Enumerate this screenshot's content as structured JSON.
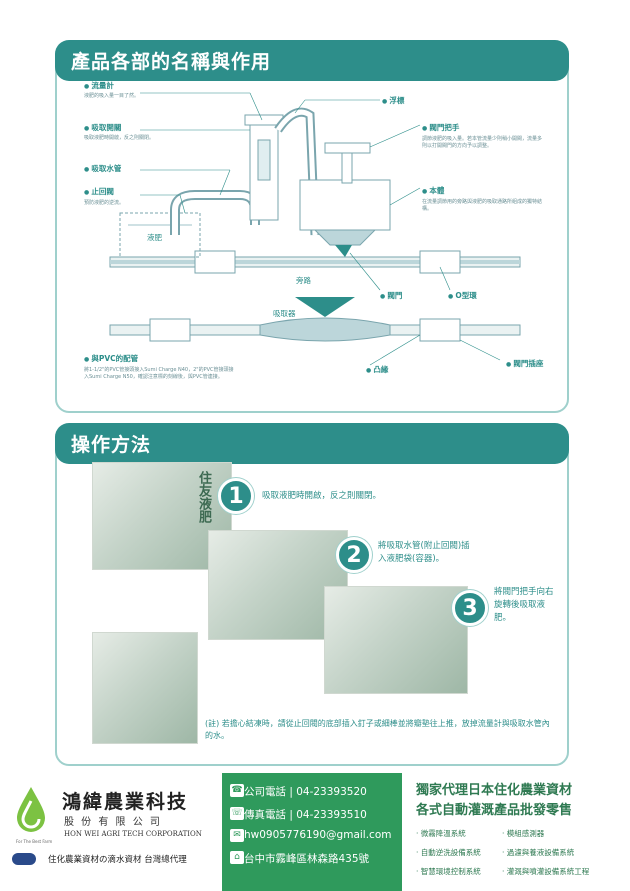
{
  "section1": {
    "title": "產品各部的名稱與作用",
    "labels": {
      "flowmeter": "流量計",
      "flowmeter_desc": "液肥的吸入量一目了然。",
      "suction_switch": "吸取開關",
      "suction_switch_desc": "吸取液肥時開啟，反之則關閉。",
      "suction_tube": "吸取水管",
      "check_valve": "止回閥",
      "check_valve_desc": "預防液肥的逆流。",
      "liquid_fertilizer": "液肥",
      "float": "浮標",
      "valve_handle": "閥門把手",
      "valve_handle_desc": "調節液肥的吸入量。若本管流量少則稍小開閥，流量多則以打開閥門的方向予以調整。",
      "body": "本體",
      "body_desc": "在流量調節用的旁路與液肥的吸取通路所組成的獨特結構。",
      "bypass": "旁路",
      "valve": "閥門",
      "o_ring": "O型環",
      "suction_device": "吸取器",
      "pvc_connection": "與PVC的配管",
      "pvc_desc": "將1-1/2\"的PVC管接頭接入Sumi Charge N40，2\"的PVC管接頭接入Sumi Charge N50，確認注意標的刻線後，與PVC管連接。",
      "convex": "凸緣",
      "valve_socket": "閥門插座"
    }
  },
  "section2": {
    "title": "操作方法",
    "steps": [
      {
        "num": "1",
        "text": "吸取液肥時開啟，反之則關閉。"
      },
      {
        "num": "2",
        "text": "將吸取水管(附止回閥)插入液肥袋(容器)。"
      },
      {
        "num": "3",
        "text": "將閥門把手向右旋轉後吸取液肥。"
      }
    ],
    "note": "(註) 若擔心結凍時，請從止回閥的底部插入釘子或細棒並將瓣墊往上推，放掉流量計與吸取水管內的水。",
    "bag_text": "住友液肥"
  },
  "footer": {
    "company_name": "鴻緯農業科技",
    "company_sub": "股 份 有 限 公 司",
    "company_en": "HON WEI AGRI TECH CORPORATION",
    "tagline": "For The Best Farm",
    "distributor": "住化農業資材の滴水資材 台灣總代理",
    "phone": "公司電話 | 04-23393520",
    "fax": "傳真電話 | 04-23393510",
    "email": "hw0905776190@gmail.com",
    "address": "台中市霧峰區林森路435號",
    "headline1": "獨家代理日本住化農業資材",
    "headline2": "各式自動灌溉產品批發零售",
    "items": [
      "‧ 微霧降溫系統",
      "‧ 模組感測器",
      "‧ 自動逆洗設備系統",
      "‧ 過濾與養液設備系統",
      "‧ 智慧環境控制系統",
      "‧ 灌溉與噴灌設備系統工程"
    ],
    "colors": {
      "green": "#2f9a5c",
      "teal": "#2d8e8a"
    }
  }
}
